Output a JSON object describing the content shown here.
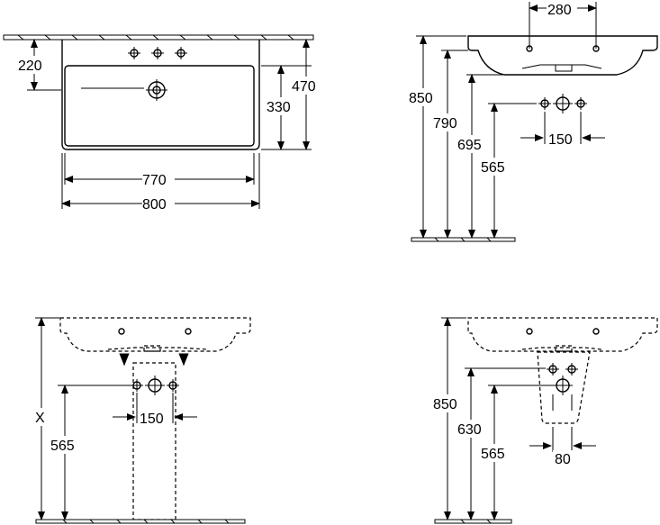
{
  "top_plan": {
    "dim_220": "220",
    "dim_470": "470",
    "dim_330": "330",
    "dim_770": "770",
    "dim_800": "800"
  },
  "side_view": {
    "dim_280": "280",
    "dim_850": "850",
    "dim_790": "790",
    "dim_695": "695",
    "dim_565": "565",
    "dim_150": "150"
  },
  "front_pedestal": {
    "dim_x": "X",
    "dim_565": "565",
    "dim_150": "150"
  },
  "side_pedestal": {
    "dim_850": "850",
    "dim_630": "630",
    "dim_565": "565",
    "dim_80": "80"
  }
}
